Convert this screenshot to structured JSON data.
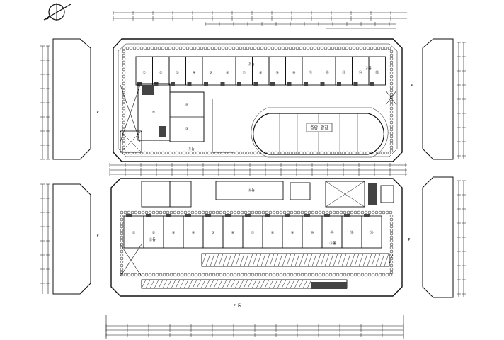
{
  "drawing": {
    "type": "architectural site plan",
    "upper_block": {
      "court_label": "중앙 광장",
      "room_numbers_top": [
        "①",
        "②",
        "③",
        "④",
        "⑤",
        "⑥",
        "⑦",
        "⑧",
        "⑨",
        "⑩",
        "⑪",
        "⑫",
        "⑬",
        "⑭",
        "⑮"
      ],
      "room_numbers_left": [
        "①",
        "②",
        "③"
      ],
      "tag_labels": [
        "③동",
        "②동",
        "①동"
      ]
    },
    "lower_block": {
      "room_numbers": [
        "①",
        "②",
        "③",
        "④",
        "⑤",
        "⑥",
        "⑦",
        "⑧",
        "⑨",
        "⑩",
        "⑪",
        "⑫",
        "⑬"
      ],
      "tag_labels": [
        "④동",
        "⑤동",
        "⑥동"
      ]
    },
    "side_labels": [
      "P",
      "P",
      "P",
      "P"
    ],
    "footer_label": "P 동"
  },
  "colors": {
    "ink": "#111111",
    "paper": "#ffffff",
    "shade": "#444444"
  }
}
